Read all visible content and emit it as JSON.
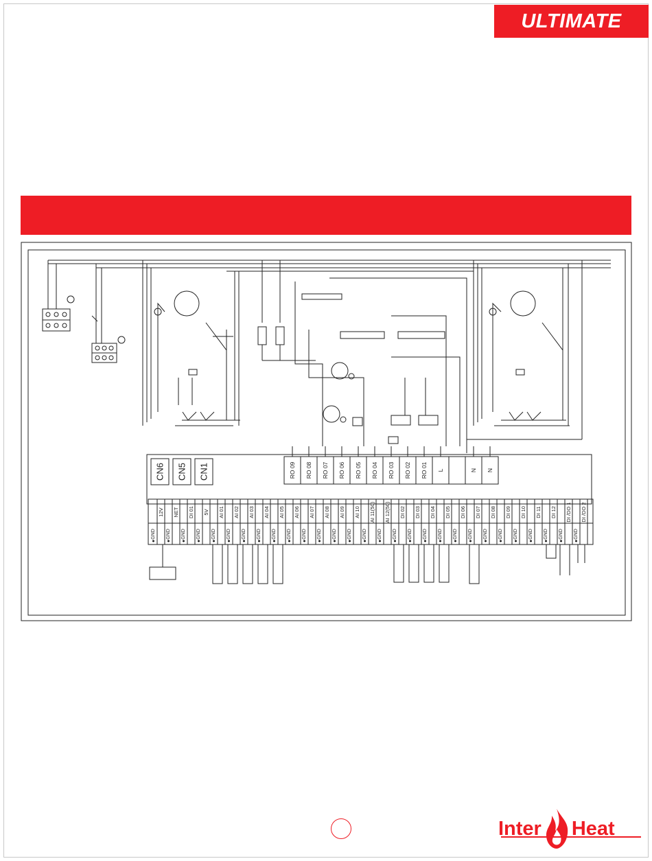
{
  "header": {
    "brand_tag": "ULTIMATE"
  },
  "diagram": {
    "connectors": [
      "CN6",
      "CN5",
      "CN1"
    ],
    "relay_outputs": [
      "RO 09",
      "RO 08",
      "RO 07",
      "RO 06",
      "RO 05",
      "RO 04",
      "RO 03",
      "RO 02",
      "RO 01",
      "L",
      "",
      "N",
      "N"
    ],
    "inputs": [
      "12V",
      "NET",
      "DI 01",
      "5V",
      "AI 01",
      "AI 02",
      "AI 03",
      "AI 04",
      "AI 05",
      "AI 06",
      "AI 07",
      "AI 08",
      "AI 09",
      "AI 10",
      "AI 11(50)",
      "AI 12(50)",
      "DI 02",
      "DI 03",
      "DI 04",
      "DI 05",
      "DI 06",
      "DI 07",
      "DI 08",
      "DI 09",
      "DI 10",
      "DI 11",
      "DI 12",
      "DI /DO 1",
      "DI /DO 2"
    ],
    "ground_label": "GND"
  },
  "footer": {
    "logo_left": "Inter",
    "logo_right": "Heat"
  },
  "colors": {
    "accent": "#ee1d25",
    "line": "#222222"
  }
}
